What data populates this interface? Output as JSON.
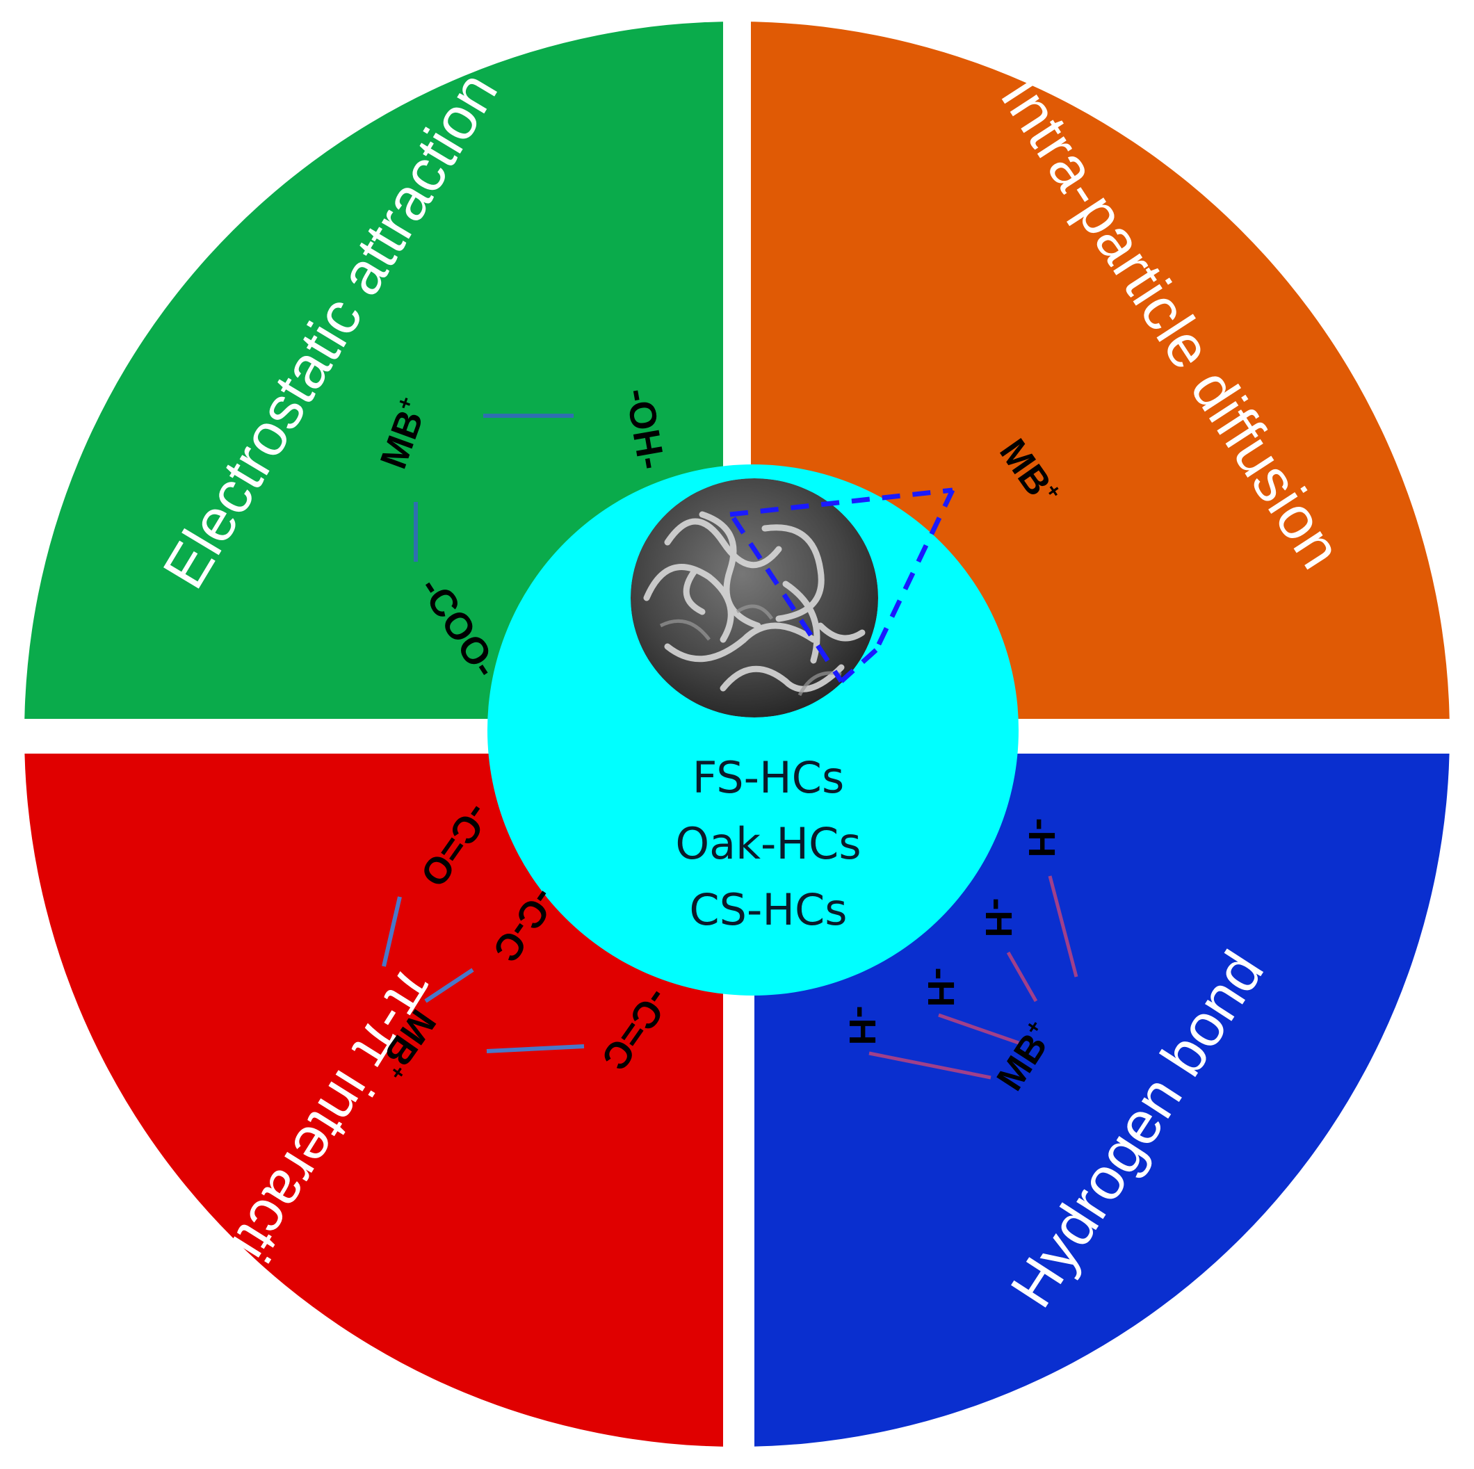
{
  "diagram": {
    "colors": {
      "electrostatic": "#0aab4b",
      "diffusion": "#e05a05",
      "pi_pi": "#e00000",
      "hydrogen": "#0a2fcf",
      "center": "#00ffff",
      "gap": "#ffffff"
    },
    "center": {
      "image": "sem-micrograph-fibers",
      "labels": [
        "FS-HCs",
        "Oak-HCs",
        "CS-HCs"
      ]
    },
    "quadrants": {
      "electrostatic": {
        "title": "Electrostatic attraction",
        "groups": {
          "mb": "MB",
          "mb_charge": "+",
          "oh": "-OH-",
          "coo": "-COO-"
        },
        "link_color": "#2f6fb0"
      },
      "diffusion": {
        "title": "Intra-particle diffusion",
        "groups": {
          "mb": "MB",
          "mb_charge": "+"
        },
        "link_color": "#1a1aff",
        "link_style": "dashed"
      },
      "pi_pi": {
        "title": "π-π interaction",
        "groups": {
          "co": "-C=O",
          "cc1": "-C-C",
          "cc2": "-C=C",
          "mb": "MB",
          "mb_charge": "+"
        },
        "link_color": "#4a78c8"
      },
      "hydrogen": {
        "title": "Hydrogen bond",
        "groups": {
          "h1": "-H",
          "h2": "-H",
          "h3": "-H",
          "h4": "-H",
          "mb": "MB",
          "mb_charge": "+"
        },
        "link_color": "#a0408a"
      }
    }
  }
}
